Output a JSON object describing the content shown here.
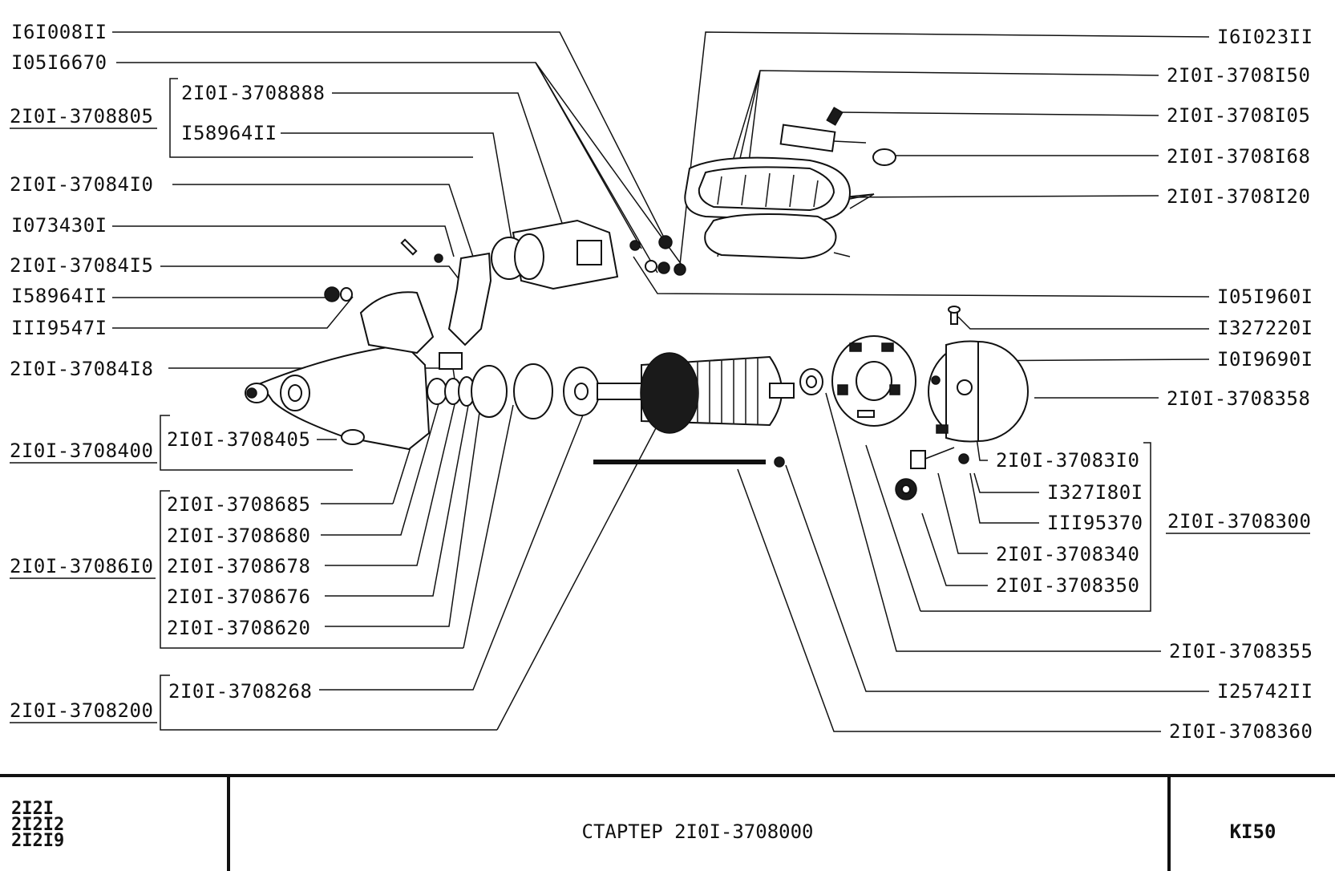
{
  "labels": {
    "l01": "I6I008II",
    "l02": "I05I6670",
    "l03": "2I0I-3708805",
    "l04": "2I0I-3708888",
    "l05": "I58964II",
    "l06": "2I0I-37084I0",
    "l07": "I073430I",
    "l08": "2I0I-37084I5",
    "l09": "I58964II",
    "l10": "III9547I",
    "l11": "2I0I-37084I8",
    "l12": "2I0I-3708400",
    "l13": "2I0I-3708405",
    "l14": "2I0I-3708685",
    "l15": "2I0I-3708680",
    "l16": "2I0I-37086I0",
    "l17": "2I0I-3708678",
    "l18": "2I0I-3708676",
    "l19": "2I0I-3708620",
    "l20": "2I0I-3708268",
    "l21": "2I0I-3708200",
    "r01": "I6I023II",
    "r02": "2I0I-3708I50",
    "r03": "2I0I-3708I05",
    "r04": "2I0I-3708I68",
    "r05": "2I0I-3708I20",
    "r06": "I05I960I",
    "r07": "I327220I",
    "r08": "I0I9690I",
    "r09": "2I0I-3708358",
    "r10": "2I0I-37083I0",
    "r11": "I327I80I",
    "r12": "III95370",
    "r13": "2I0I-3708300",
    "r14": "2I0I-3708340",
    "r15": "2I0I-3708350",
    "r16": "2I0I-3708355",
    "r17": "I25742II",
    "r18": "2I0I-3708360"
  },
  "title_block": {
    "models": "2I2I\n2I2I2\n2I2I9",
    "title": "СТАРТЕР   2I0I-3708000",
    "page": "KI50"
  }
}
